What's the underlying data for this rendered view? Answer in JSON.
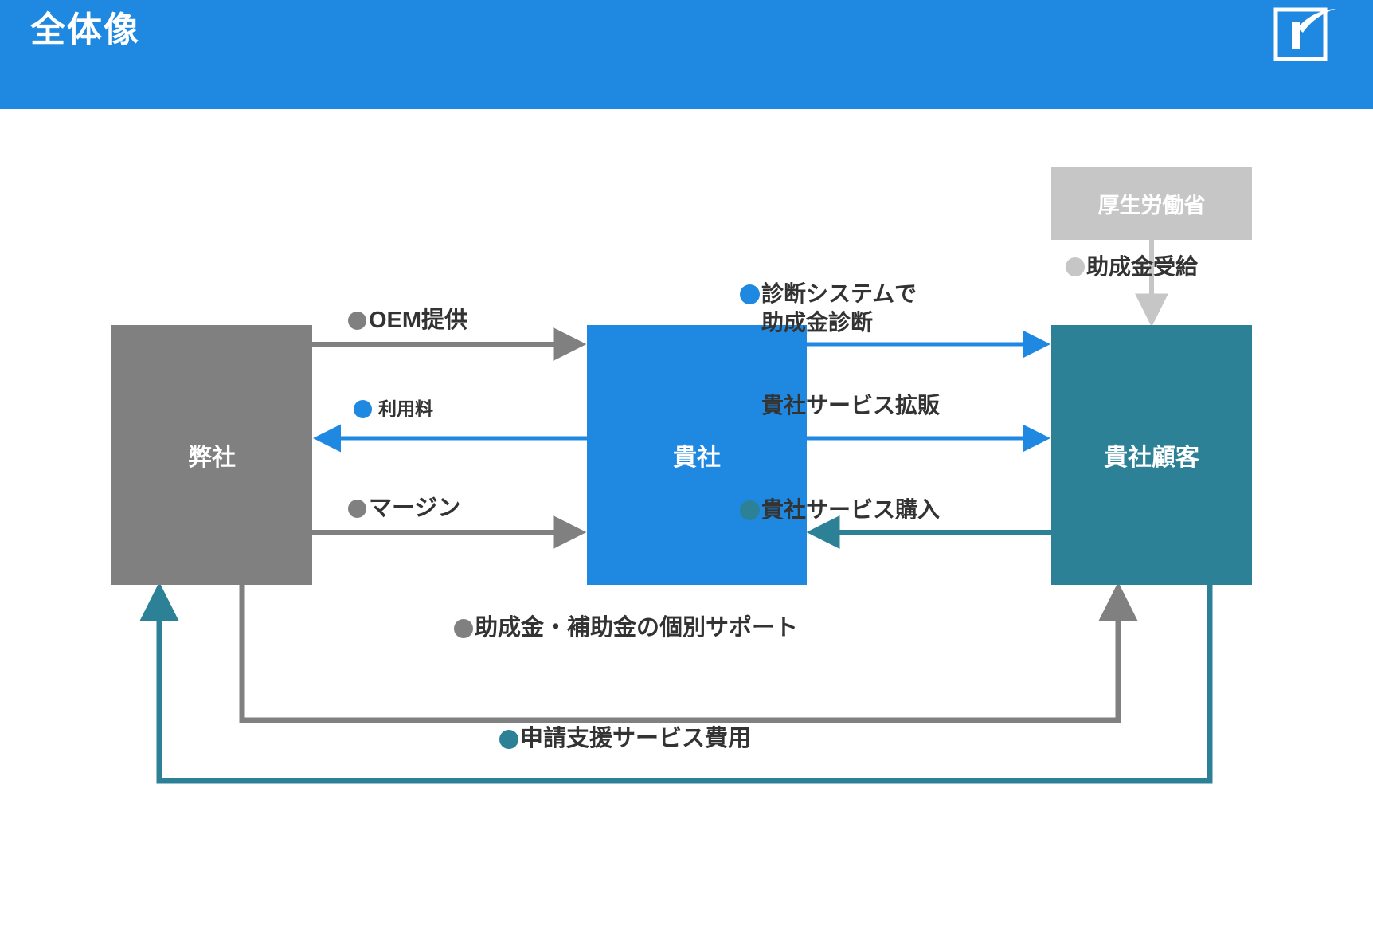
{
  "header": {
    "title": "全体像",
    "bg_color": "#1f88e0",
    "logo_name": "company-r-logo"
  },
  "colors": {
    "blue": "#1f88e0",
    "gray": "#808080",
    "light_gray": "#c6c6c6",
    "teal": "#2c8197",
    "text_dark": "#333333",
    "white": "#ffffff"
  },
  "nodes": [
    {
      "id": "ours",
      "label": "弊社",
      "color": "#808080"
    },
    {
      "id": "you",
      "label": "貴社",
      "color": "#1f88e0"
    },
    {
      "id": "client",
      "label": "貴社顧客",
      "color": "#2c8197"
    },
    {
      "id": "ministry",
      "label": "厚生労働省",
      "color": "#c6c6c6"
    }
  ],
  "flows": [
    {
      "id": "oem",
      "label": "OEM提供",
      "bullet_color": "#808080",
      "line_color": "#808080",
      "from": "ours",
      "to": "you",
      "direction": "right"
    },
    {
      "id": "usage-fee",
      "label": "利用料",
      "bullet_color": "#1f88e0",
      "line_color": "#1f88e0",
      "from": "you",
      "to": "ours",
      "direction": "left"
    },
    {
      "id": "margin",
      "label": "マージン",
      "bullet_color": "#808080",
      "line_color": "#808080",
      "from": "ours",
      "to": "you",
      "direction": "right"
    },
    {
      "id": "diagnosis",
      "label_line1": "診断システムで",
      "label_line2": "助成金診断",
      "bullet_color": "#1f88e0",
      "line_color": "#1f88e0",
      "from": "you",
      "to": "client",
      "direction": "right"
    },
    {
      "id": "expand-sales",
      "label": "貴社サービス拡販",
      "bullet_color": "#1f88e0",
      "line_color": "#1f88e0",
      "from": "you",
      "to": "client",
      "direction": "right"
    },
    {
      "id": "service-purchase",
      "label": "貴社サービス購入",
      "bullet_color": "#2c8197",
      "line_color": "#2c8197",
      "from": "client",
      "to": "you",
      "direction": "left"
    },
    {
      "id": "subsidy-receipt",
      "label": "助成金受給",
      "bullet_color": "#c6c6c6",
      "line_color": "#c6c6c6",
      "from": "ministry",
      "to": "client",
      "direction": "down"
    },
    {
      "id": "individual-support",
      "label": "助成金・補助金の個別サポート",
      "bullet_color": "#808080",
      "line_color": "#808080",
      "from": "ours",
      "to": "client",
      "direction": "right-up"
    },
    {
      "id": "application-support-fee",
      "label": "申請支援サービス費用",
      "bullet_color": "#2c8197",
      "line_color": "#2c8197",
      "from": "client",
      "to": "ours",
      "direction": "left-up"
    }
  ]
}
